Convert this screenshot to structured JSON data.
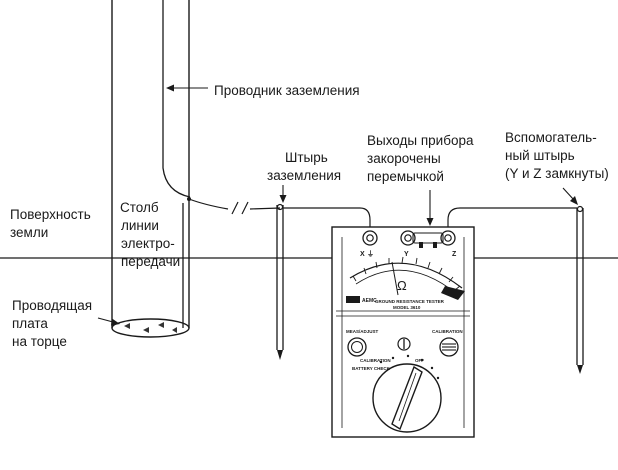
{
  "labels": {
    "ground_conductor": "Проводник заземления",
    "output_line1": "Выходы прибора",
    "output_line2": "закорочены",
    "output_line3": "перемычкой",
    "aux_line1": "Вспомогатель-",
    "aux_line2": "ный штырь",
    "aux_line3": "(Y и Z замкнуты)",
    "rod_line1": "Штырь",
    "rod_line2": "заземления",
    "surface_line1": "Поверхность",
    "surface_line2": "земли",
    "pole_line1": "Столб",
    "pole_line2": "линии",
    "pole_line3": "электро-",
    "pole_line4": "передачи",
    "plate_line1": "Проводящая",
    "plate_line2": "плата",
    "plate_line3": "на торце"
  },
  "meter": {
    "terminal_x": "X",
    "terminal_y": "Y",
    "terminal_z": "Z",
    "ohm_symbol": "Ω",
    "brand": "AEMC",
    "model_title": "GROUND RESISTANCE TESTER",
    "model_number": "MODEL 3610",
    "button_left": "MEAS/ADJUST",
    "button_right": "CALIBRATION",
    "switch_label_1": "CALIBRATION",
    "switch_label_2": "BATTERY CHECK",
    "switch_label_3": "OFF"
  }
}
